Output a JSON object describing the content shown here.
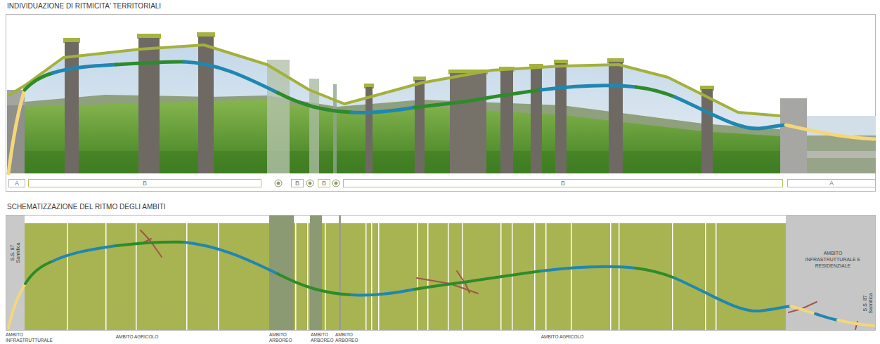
{
  "diagram": {
    "title": "INDIVIDUAZIONE DI RITMICITA' TERRITORIALI",
    "nodes": [
      {
        "text": [
          "A"
        ]
      },
      {
        "text": [
          "B"
        ]
      },
      {
        "text": [
          "B"
        ]
      },
      {
        "text": [
          "B"
        ]
      },
      {
        "text": [
          "B"
        ]
      },
      {
        "text": [
          "A"
        ]
      },
      {
        "text": [
          "S.S. 87 Sannitica",
          "AMBITO INFRASTRUTTURALE"
        ]
      },
      {
        "text": [
          "AMBITO AGRICOLO"
        ]
      },
      {
        "text": [
          "AMBITO ARBOREO"
        ]
      },
      {
        "text": [
          "AMBITO ARBOREO"
        ]
      },
      {
        "text": [
          "AMBITO ARBOREO"
        ]
      },
      {
        "text": [
          "AMBITO AGRICOLO"
        ]
      },
      {
        "text": [
          "AMBITO INFRASTRUTTURALE E RESIDENZIALE",
          "S.S. 87 Sannitica"
        ]
      }
    ],
    "labels": [
      "SCHEMATIZZAZIONE DEL RITMO DEGLI AMBITI"
    ]
  }
}
